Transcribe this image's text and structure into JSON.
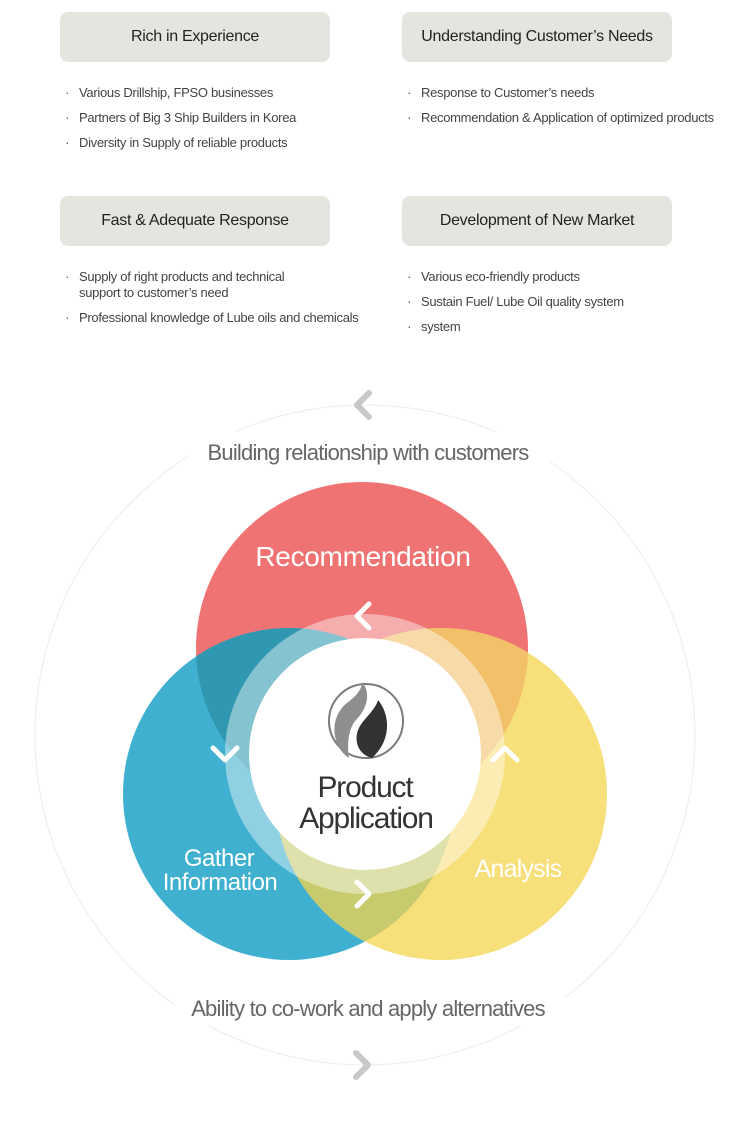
{
  "cards": [
    {
      "title": "Rich in Experience",
      "items": [
        "Various Drillship, FPSO businesses",
        "Partners of Big 3 Ship Builders in Korea",
        "Diversity in Supply of reliable products"
      ]
    },
    {
      "title": "Understanding Customer’s Needs",
      "items": [
        "Response to Customer’s needs",
        "Recommendation & Application of optimized products"
      ]
    },
    {
      "title": "Fast & Adequate Response",
      "items": [
        "Supply of right products and technical support to customer’s need",
        "Professional knowledge of Lube oils and chemicals"
      ]
    },
    {
      "title": "Development of New Market",
      "items": [
        "Various eco-friendly products",
        "Sustain Fuel/ Lube Oil quality  system",
        "system"
      ]
    }
  ],
  "diagram": {
    "top_caption": "Building relationship with customers",
    "bottom_caption": "Ability to co-work and apply alternatives",
    "circle_top": "Recommendation",
    "circle_left_line1": "Gather",
    "circle_left_line2": "Information",
    "circle_right": "Analysis",
    "center_line1": "Product",
    "center_line2": "Application",
    "colors": {
      "red": "#f07373",
      "blue": "#3fb0cf",
      "yellow": "#f7df7a"
    }
  }
}
